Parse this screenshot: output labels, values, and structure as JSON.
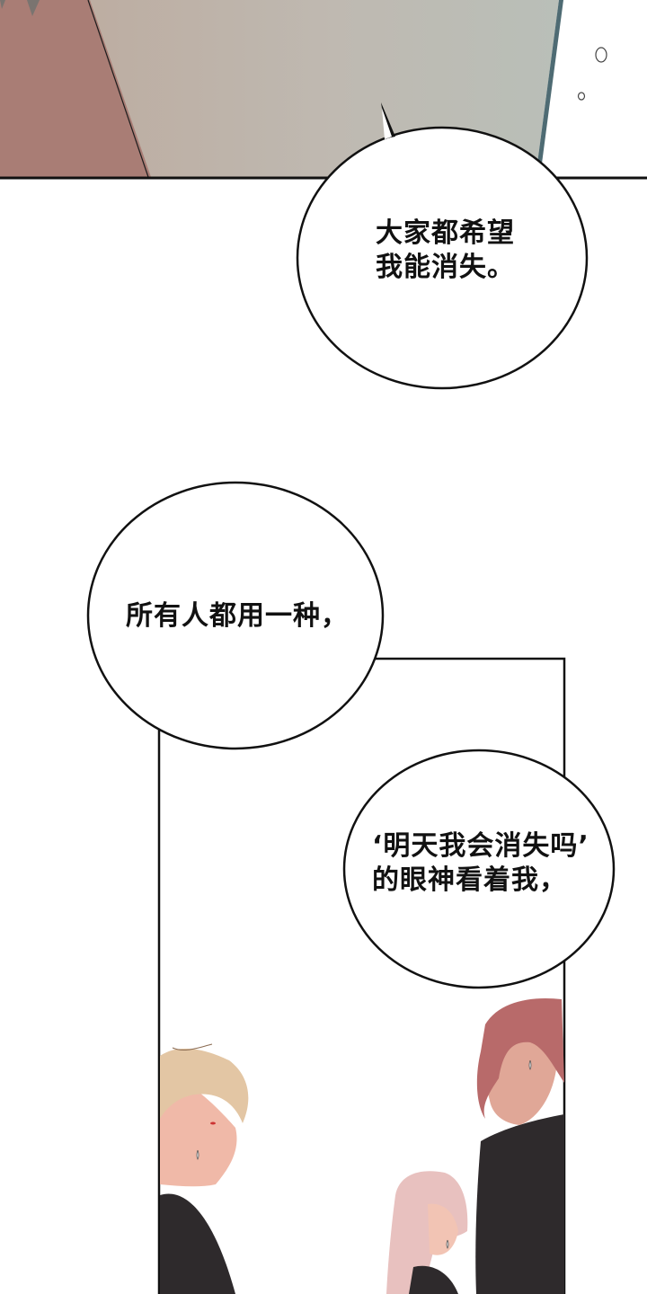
{
  "page": {
    "type": "webtoon-page",
    "background": "#ffffff"
  },
  "panels": [
    {
      "id": "top-panel",
      "description": "close-up of wall/room corner in muted tones",
      "colors": {
        "left_wall": "#a87c74",
        "center_wall": "#bfb6ad",
        "right_wall": "#bcc0b8",
        "edge": "#4c6870"
      }
    },
    {
      "id": "bottom-panel",
      "description": "three characters in dark suits: blond man left, long-haired figure center, red-haired man right",
      "colors": {
        "suit": "#2e2a2c",
        "blond_hair": "#e3c6a4",
        "pink_hair": "#e8c1bf",
        "red_hair": "#b86a6a",
        "skin": "#f0b9a8"
      }
    }
  ],
  "bubbles": [
    {
      "id": "bubble-1",
      "lines": "大家都希望\n我能消失。"
    },
    {
      "id": "bubble-2",
      "lines": "所有人都用一种，"
    },
    {
      "id": "bubble-3",
      "lines": "‘明天我会消失吗’\n的眼神看着我，"
    }
  ]
}
